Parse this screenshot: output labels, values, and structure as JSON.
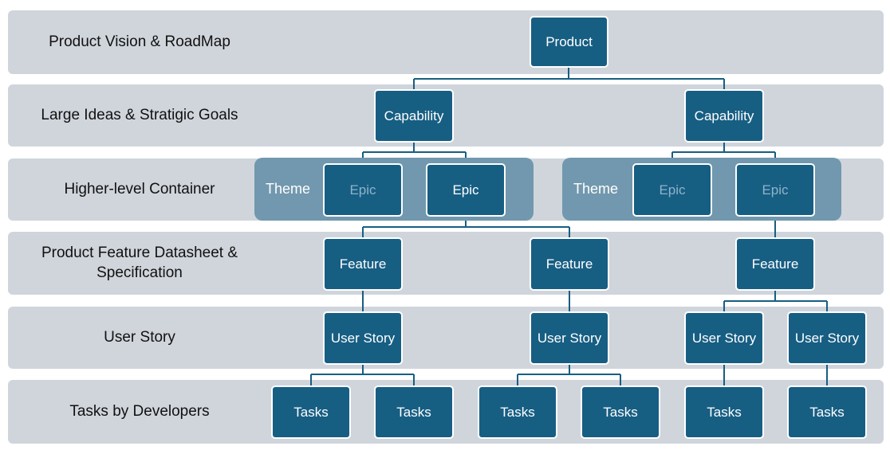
{
  "levels": [
    {
      "label": "Product Vision & RoadMap"
    },
    {
      "label": "Large Ideas & Stratigic Goals"
    },
    {
      "label": "Higher-level Container"
    },
    {
      "label": "Product Feature Datasheet &\nSpecification"
    },
    {
      "label": "User Story"
    },
    {
      "label": "Tasks by Developers"
    }
  ],
  "groups": [
    {
      "label": "Theme"
    },
    {
      "label": "Theme"
    }
  ],
  "nodes": {
    "product": "Product",
    "capability_1": "Capability",
    "capability_2": "Capability",
    "epic_1": "Epic",
    "epic_2": "Epic",
    "epic_3": "Epic",
    "epic_4": "Epic",
    "feature_1": "Feature",
    "feature_2": "Feature",
    "feature_3": "Feature",
    "story_1": "User Story",
    "story_2": "User Story",
    "story_3": "User Story",
    "story_4": "User Story",
    "task_1": "Tasks",
    "task_2": "Tasks",
    "task_3": "Tasks",
    "task_4": "Tasks",
    "task_5": "Tasks",
    "task_6": "Tasks"
  },
  "colors": {
    "band": "#d0d5dc",
    "node": "#175e83",
    "group": "#7198ae",
    "connector": "#175e83"
  }
}
